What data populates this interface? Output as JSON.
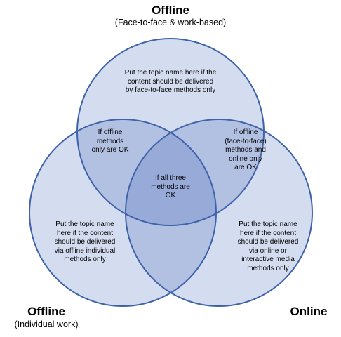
{
  "colors": {
    "circle_fill": "#3a5eb4",
    "circle_stroke": "#3f63a8",
    "text": "#000000",
    "background": "#ffffff"
  },
  "labels": {
    "top_title": "Offline",
    "top_subtitle": "(Face-to-face & work-based)",
    "left_title": "Offline",
    "left_subtitle": "(Individual work)",
    "right_title": "Online"
  },
  "regions": {
    "top_only": [
      "Put the topic name here if the",
      "content should be delivered",
      "by face-to-face methods only"
    ],
    "top_left": [
      "If offline",
      "methods",
      "only are OK"
    ],
    "top_right": [
      "If offline",
      "(face-to-face)",
      "methods and",
      "online only",
      "are OK"
    ],
    "center": [
      "If all three",
      "methods are",
      "OK"
    ],
    "left_only": [
      "Put the topic name",
      "here if the content",
      "should be delivered",
      "via offline individual",
      "methods only"
    ],
    "right_only": [
      "Put the topic name",
      "here if the content",
      "should be delivered",
      "via online or",
      "interactive media",
      "methods only"
    ]
  }
}
